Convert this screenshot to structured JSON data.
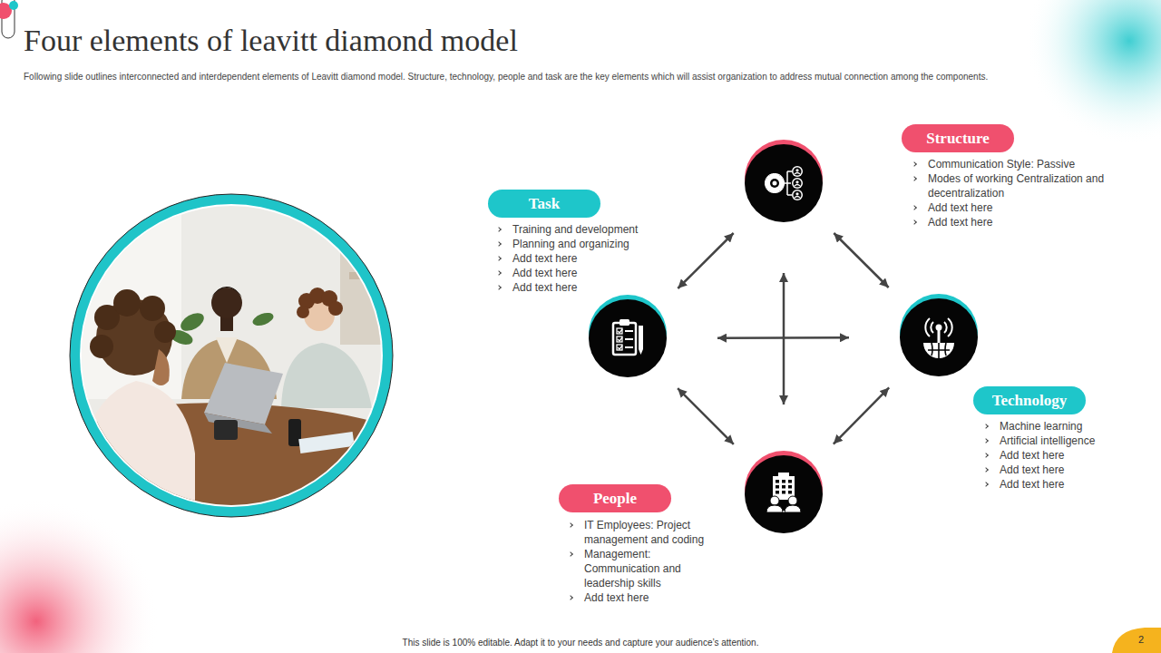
{
  "diagram": {
    "title": "Four elements of leavitt diamond model",
    "caption": "Following slide outlines interconnected and interdependent elements of Leavitt diamond model. Structure, technology, people and task are the key elements which will assist organization to address mutual connection among the components.",
    "nodes": [
      {
        "text": [
          "Structure",
          "Communication Style: Passive",
          "Modes of working Centralization and decentralization",
          "Add text here",
          "Add text here"
        ]
      },
      {
        "text": [
          "Task",
          "Training and development",
          "Planning and organizing",
          "Add text here",
          "Add text here",
          "Add text here"
        ]
      },
      {
        "text": [
          "Technology",
          "Machine learning",
          "Artificial intelligence",
          "Add text here",
          "Add text here",
          "Add text here"
        ]
      },
      {
        "text": [
          "People",
          "IT Employees: Project management and coding",
          "Management: Communication and leadership skills",
          "Add text here"
        ]
      }
    ],
    "edges": [
      {
        "from": 0,
        "to": 1,
        "arrow": "both"
      },
      {
        "from": 0,
        "to": 2,
        "arrow": "both"
      },
      {
        "from": 1,
        "to": 3,
        "arrow": "both"
      },
      {
        "from": 2,
        "to": 3,
        "arrow": "both"
      },
      {
        "from": 0,
        "to": 3,
        "arrow": "both"
      },
      {
        "from": 1,
        "to": 2,
        "arrow": "both"
      }
    ],
    "labels": [
      "This slide is 100% editable. Adapt it to your needs and capture your audience’s attention.",
      "2"
    ]
  }
}
